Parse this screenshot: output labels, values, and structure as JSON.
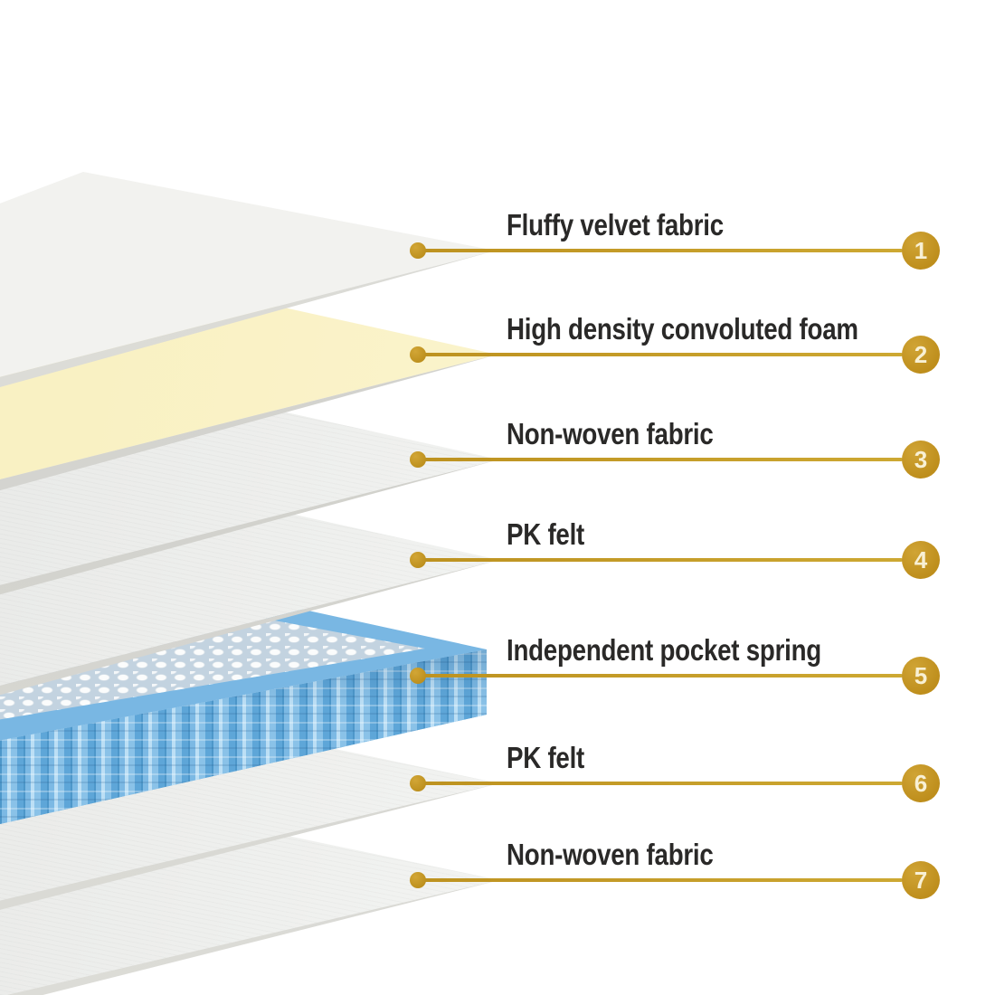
{
  "diagram": {
    "title": "mattress-layer-construction",
    "background": "#ffffff",
    "accent_gold_line": "#C9A22C",
    "badge_fill": "#C2921F",
    "badge_number_color": "#F8F0D4",
    "label_text_color": "#2A2928",
    "layers": [
      {
        "number": "1",
        "label": "Fluffy velvet fabric",
        "appearance": "white quilted fabric layer",
        "face_color": "#F2F2EF"
      },
      {
        "number": "2",
        "label": "High density convoluted foam",
        "appearance": "cream foam sheet",
        "face_color": "#FBF4CD"
      },
      {
        "number": "3",
        "label": "Non-woven fabric",
        "appearance": "white thin sheet",
        "face_color": "#F2F3F1"
      },
      {
        "number": "4",
        "label": "PK felt",
        "appearance": "white thin sheet",
        "face_color": "#F2F3F1"
      },
      {
        "number": "5",
        "label": "Independent pocket spring",
        "appearance": "blue pocket spring unit",
        "face_color": "#7CB9E4"
      },
      {
        "number": "6",
        "label": "PK felt",
        "appearance": "white thin sheet",
        "face_color": "#F2F3F1"
      },
      {
        "number": "7",
        "label": "Non-woven fabric",
        "appearance": "white thin sheet",
        "face_color": "#F2F3F1"
      }
    ]
  }
}
